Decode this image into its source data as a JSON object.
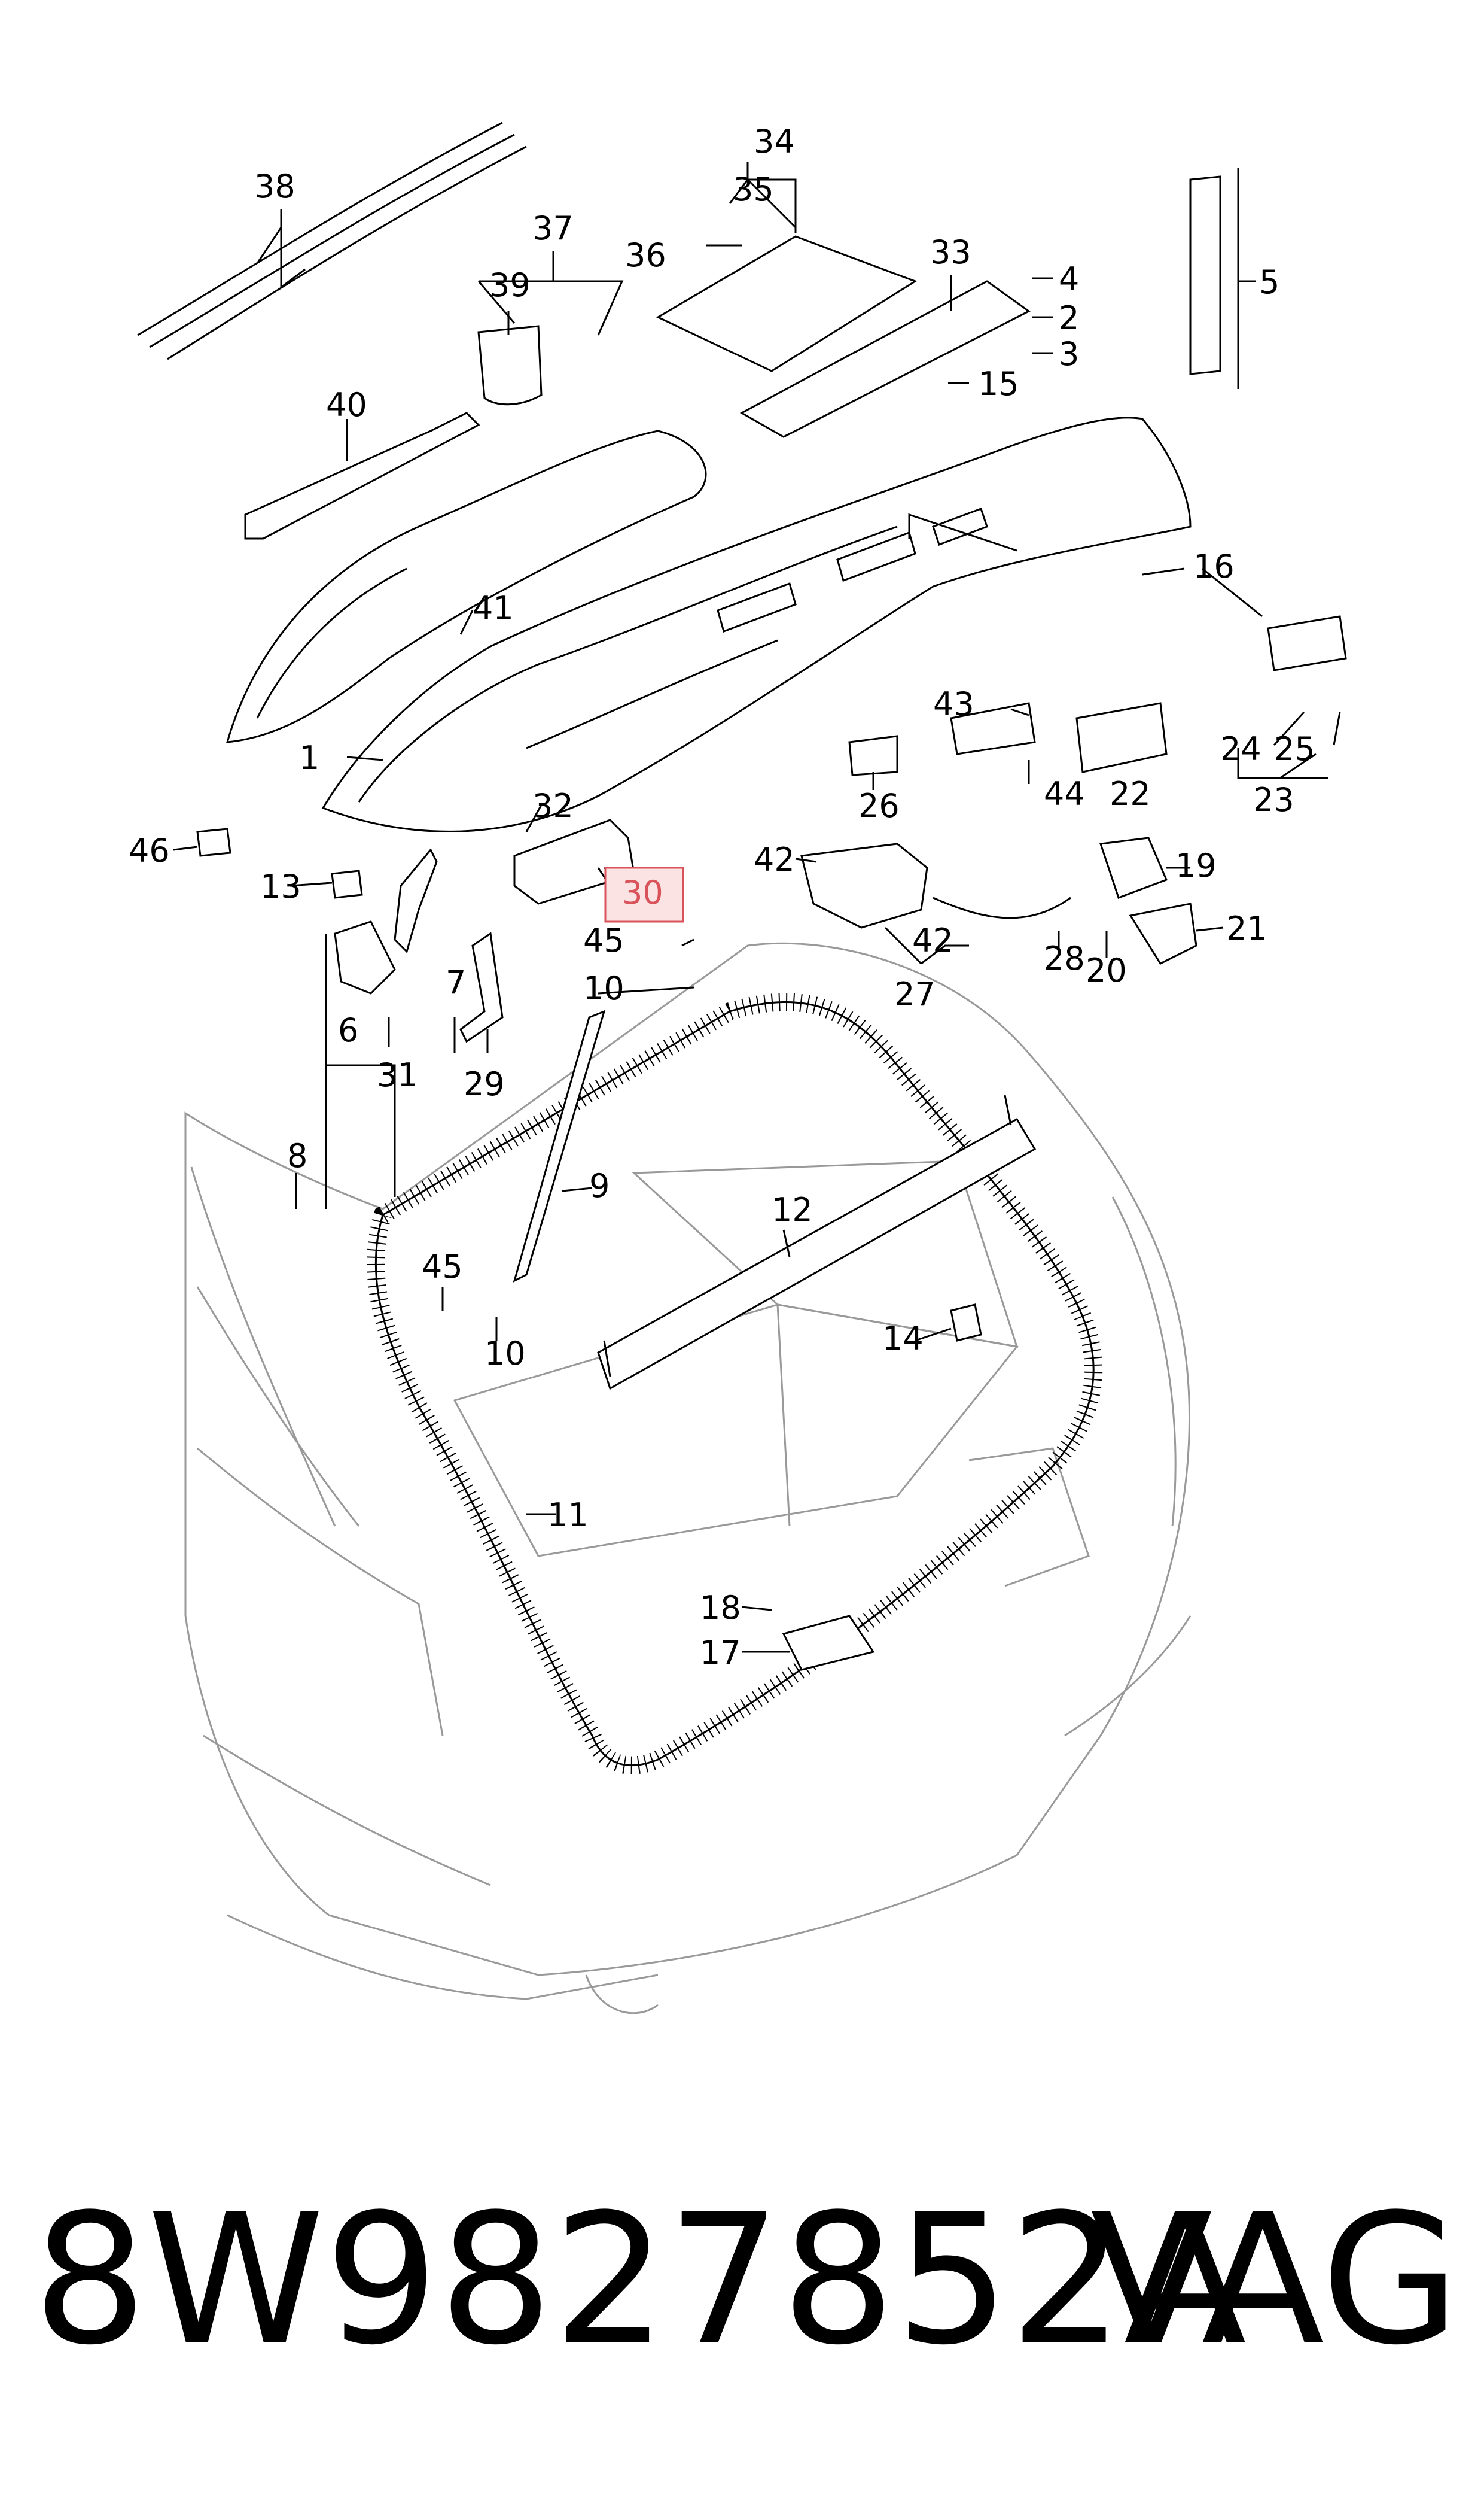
{
  "diagram": {
    "highlight_color": "#d9535a",
    "highlight_fill": "#fbe3e4",
    "callouts": {
      "c1": "1",
      "c2": "2",
      "c3": "3",
      "c4": "4",
      "c5": "5",
      "c6": "6",
      "c7": "7",
      "c8": "8",
      "c9": "9",
      "c10a": "10",
      "c10b": "10",
      "c11": "11",
      "c12": "12",
      "c13": "13",
      "c14": "14",
      "c15": "15",
      "c16": "16",
      "c17": "17",
      "c18": "18",
      "c19": "19",
      "c20": "20",
      "c21": "21",
      "c22": "22",
      "c23": "23",
      "c24": "24",
      "c25": "25",
      "c26": "26",
      "c27": "27",
      "c28": "28",
      "c29": "29",
      "c30": "30",
      "c31": "31",
      "c32": "32",
      "c33": "33",
      "c34": "34",
      "c35": "35",
      "c36": "36",
      "c37": "37",
      "c38": "38",
      "c39": "39",
      "c40": "40",
      "c41": "41",
      "c42a": "42",
      "c42b": "42",
      "c43": "43",
      "c44": "44",
      "c45a": "45",
      "c45b": "45",
      "c46": "46"
    }
  },
  "caption": {
    "part_number": "8W9827852A",
    "brand": "VAG"
  }
}
